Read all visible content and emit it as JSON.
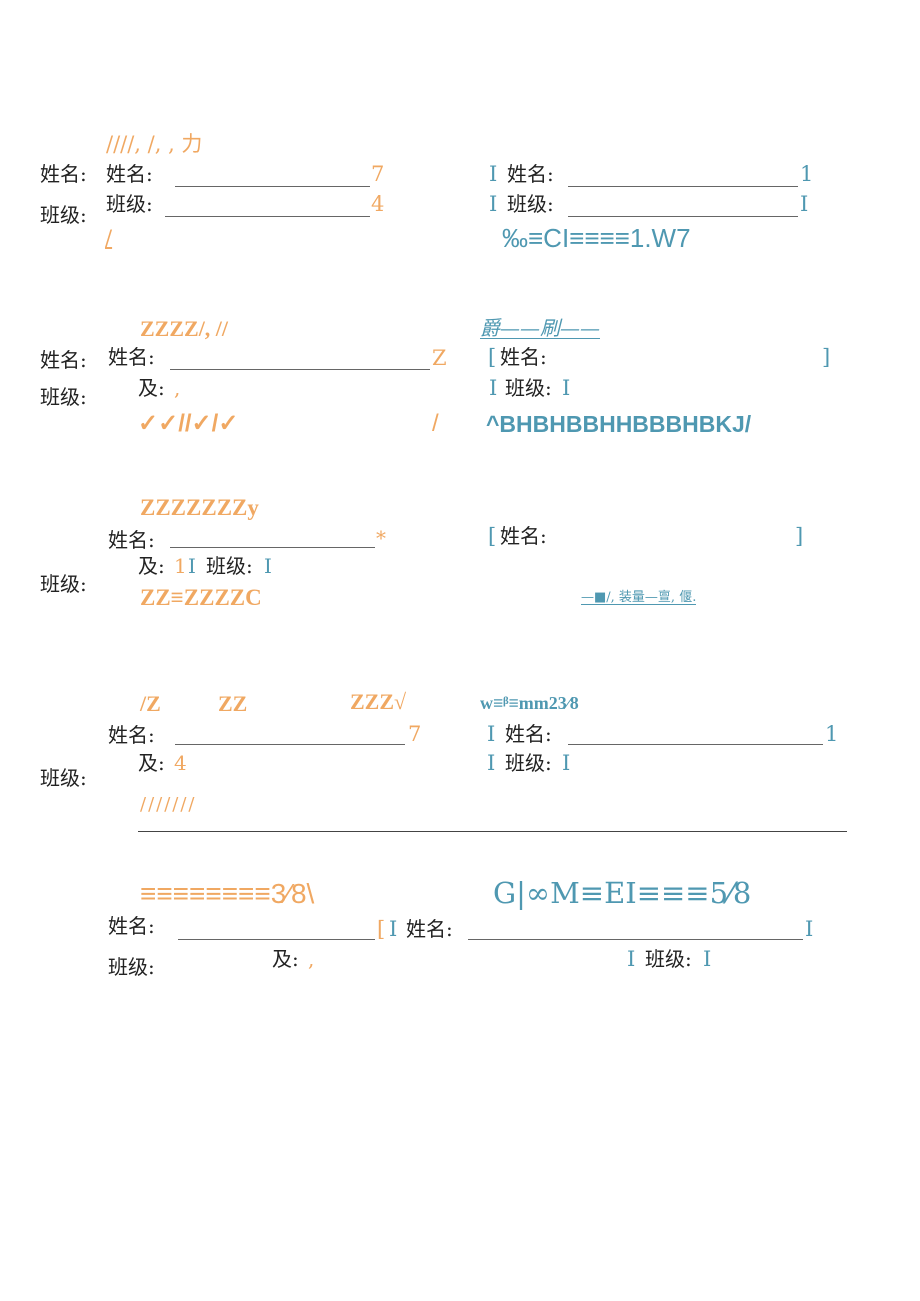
{
  "labels": {
    "name": "姓名:",
    "class": "班级:",
    "name_bracket": "姓名:",
    "ji": "及:"
  },
  "colors": {
    "orange": "#f0a862",
    "teal": "#4f98b1",
    "text": "#222222"
  },
  "s1": {
    "orange_head": "////, /, , 力",
    "mark_name": "7",
    "mark_class": "4",
    "slash": "/",
    "right_left_mark": "I",
    "right_name_end": "1",
    "right_class_end": "I",
    "right_code": "‰≡CI≡≡≡≡1.W7"
  },
  "s2": {
    "orange_head": "ZZZZ/, //",
    "mark_name": "Z",
    "ji_mark": ",",
    "checks": "✓✓//✓/✓",
    "slash": "/",
    "right_head": "爵——刷——",
    "bracket_open": "[",
    "bracket_close": "]",
    "right_left_mark": "I",
    "right_class_end": "I",
    "right_code": "^BHBHBBHHBBBHBKJ/"
  },
  "s3": {
    "orange_head": "ZZZZZZZy",
    "mark_name": "*",
    "ji_mark": "1",
    "ji_teal": "I",
    "inline_class_end": "I",
    "bottom_code": "ZZ≡ZZZZC",
    "bracket_open": "[",
    "bracket_close": "]",
    "right_note": "—■/, 装量—亶, 偃."
  },
  "s4": {
    "head_a": "/Z",
    "head_b": "ZZ",
    "head_c": "ZZZ√",
    "right_head": "w≡ᵝ≡mm23⁄8",
    "mark_name": "7",
    "ji_mark": "4",
    "right_left_mark": "I",
    "right_name_end": "1",
    "right_class_end": "I",
    "slashes": "///////"
  },
  "s5": {
    "orange_head": "≡≡≡≡≡≡≡≡3⁄8\\",
    "right_head": "G|∞M≡EI≡≡≡5⁄8",
    "bracket_open": "[",
    "mid_mark": "I",
    "right_name_end": "I",
    "ji_mark": ",",
    "right_left_mark": "I",
    "right_class_end": "I"
  }
}
